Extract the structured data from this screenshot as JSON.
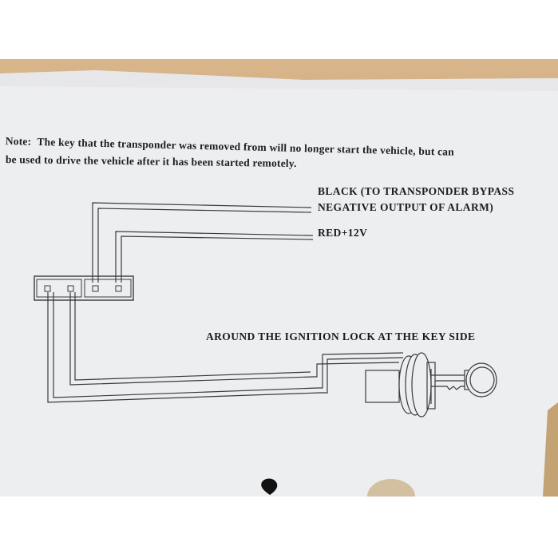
{
  "note": {
    "prefix": "Note:",
    "line1": "The key that the transponder was removed from will no longer start the vehicle, but can",
    "line2": "be used to drive the vehicle after it has been started remotely."
  },
  "labels": {
    "black_line1": "BLACK (TO TRANSPONDER BYPASS",
    "black_line2": "NEGATIVE OUTPUT OF ALARM)",
    "red": "RED+12V",
    "ignition": "AROUND THE IGNITION LOCK AT THE KEY SIDE"
  },
  "colors": {
    "paper": "#edeef0",
    "wire": "#3a3a3a",
    "wood": "#c9a77c"
  }
}
